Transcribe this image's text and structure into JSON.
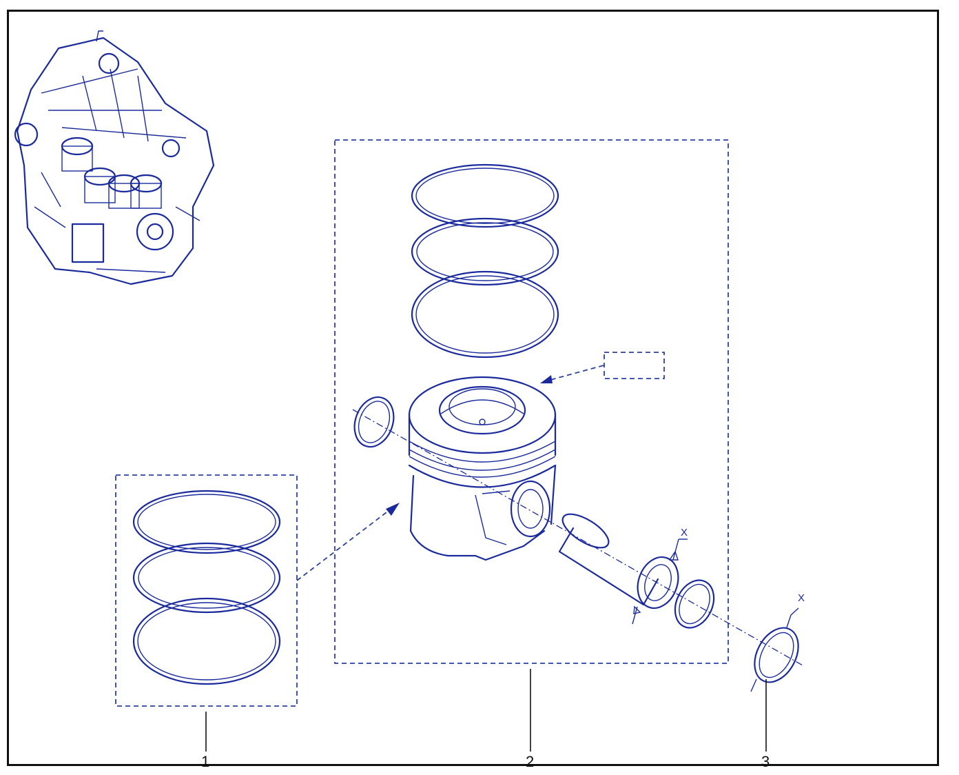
{
  "callouts": [
    {
      "id": "1",
      "text": "1"
    },
    {
      "id": "2",
      "text": "2"
    },
    {
      "id": "3",
      "text": "3"
    }
  ],
  "dimension_marks": [
    {
      "text": "X"
    },
    {
      "text": "X"
    }
  ],
  "colors": {
    "line": "#1a2a9c",
    "dash": "#2c3f9e",
    "frame": "#111111"
  }
}
